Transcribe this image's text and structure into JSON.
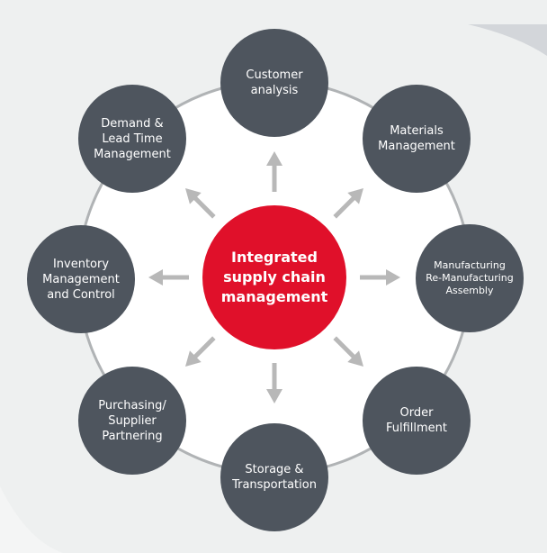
{
  "diagram": {
    "center": "Integrated\nsupply chain\nmanagement",
    "nodes": [
      {
        "label": "Customer\nanalysis"
      },
      {
        "label": "Materials\nManagement"
      },
      {
        "label": "Manufacturing\nRe-Manufacturing\nAssembly"
      },
      {
        "label": "Order\nFulfillment"
      },
      {
        "label": "Storage &\nTransportation"
      },
      {
        "label": "Purchasing/\nSupplier\nPartnering"
      },
      {
        "label": "Inventory\nManagement\nand Control"
      },
      {
        "label": "Demand &\nLead Time\nManagement"
      }
    ]
  },
  "colors": {
    "center": "#e0102a",
    "node": "#4e555e",
    "ring": "#b0b3b5",
    "arrow": "#b8b8b8"
  }
}
